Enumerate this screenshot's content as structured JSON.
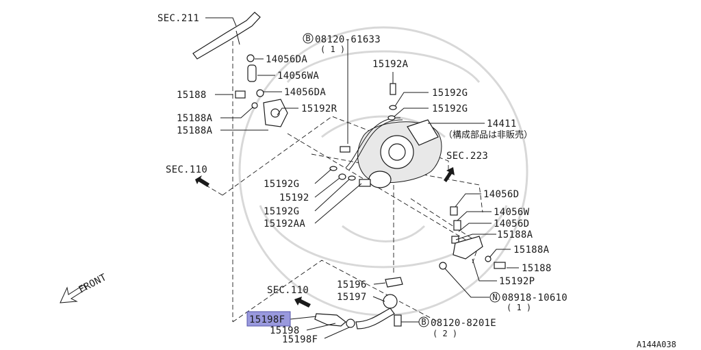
{
  "labels": {
    "sec211": "SEC.211",
    "p14056DA_1": "14056DA",
    "p14056WA": "14056WA",
    "p15188_left": "15188",
    "p14056DA_2": "14056DA",
    "p15188A_1": "15188A",
    "p15192R": "15192R",
    "p15188A_2": "15188A",
    "sec110_1": "SEC.110",
    "bolt_b1": "08120-61633",
    "bolt_b1_qty": "( 1 )",
    "p15192A": "15192A",
    "p15192G_1": "15192G",
    "p15192G_2": "15192G",
    "p14411": "14411",
    "p14411_note": "（構成部品は非販売）",
    "sec223": "SEC.223",
    "p15192G_3": "15192G",
    "p15192": "15192",
    "p15192G_4": "15192G",
    "p15192AA": "15192AA",
    "p14056D_1": "14056D",
    "p14056W": "14056W",
    "p14056D_2": "14056D",
    "p15188A_3": "15188A",
    "p15188A_4": "15188A",
    "p15188_right": "15188",
    "p15192P": "15192P",
    "nut_n": "08918-10610",
    "nut_n_qty": "( 1 )",
    "front": "FRONT",
    "sec110_2": "SEC.110",
    "p15196": "15196",
    "p15197": "15197",
    "p15198F_1": "15198F",
    "p15198": "15198",
    "p15198F_2": "15198F",
    "bolt_b2": "08120-8201E",
    "bolt_b2_qty": "( 2 )",
    "diagram_id": "A144A038"
  },
  "markers": {
    "b": "B",
    "n": "N"
  },
  "highlight_color": "#9999dd"
}
